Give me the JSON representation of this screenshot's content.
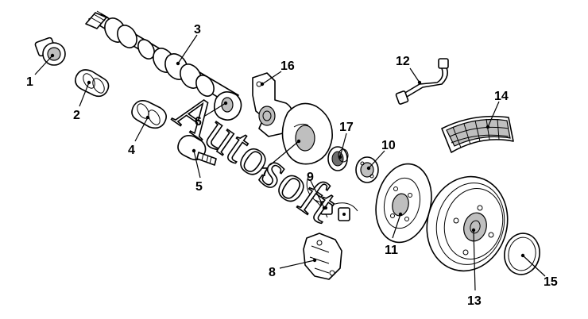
{
  "labels": [
    "1",
    "2",
    "3",
    "4",
    "5",
    "6",
    "7",
    "8",
    "9",
    "10",
    "11",
    "12",
    "13",
    "14",
    "15",
    "16",
    "17"
  ],
  "watermark": "Autosoft"
}
